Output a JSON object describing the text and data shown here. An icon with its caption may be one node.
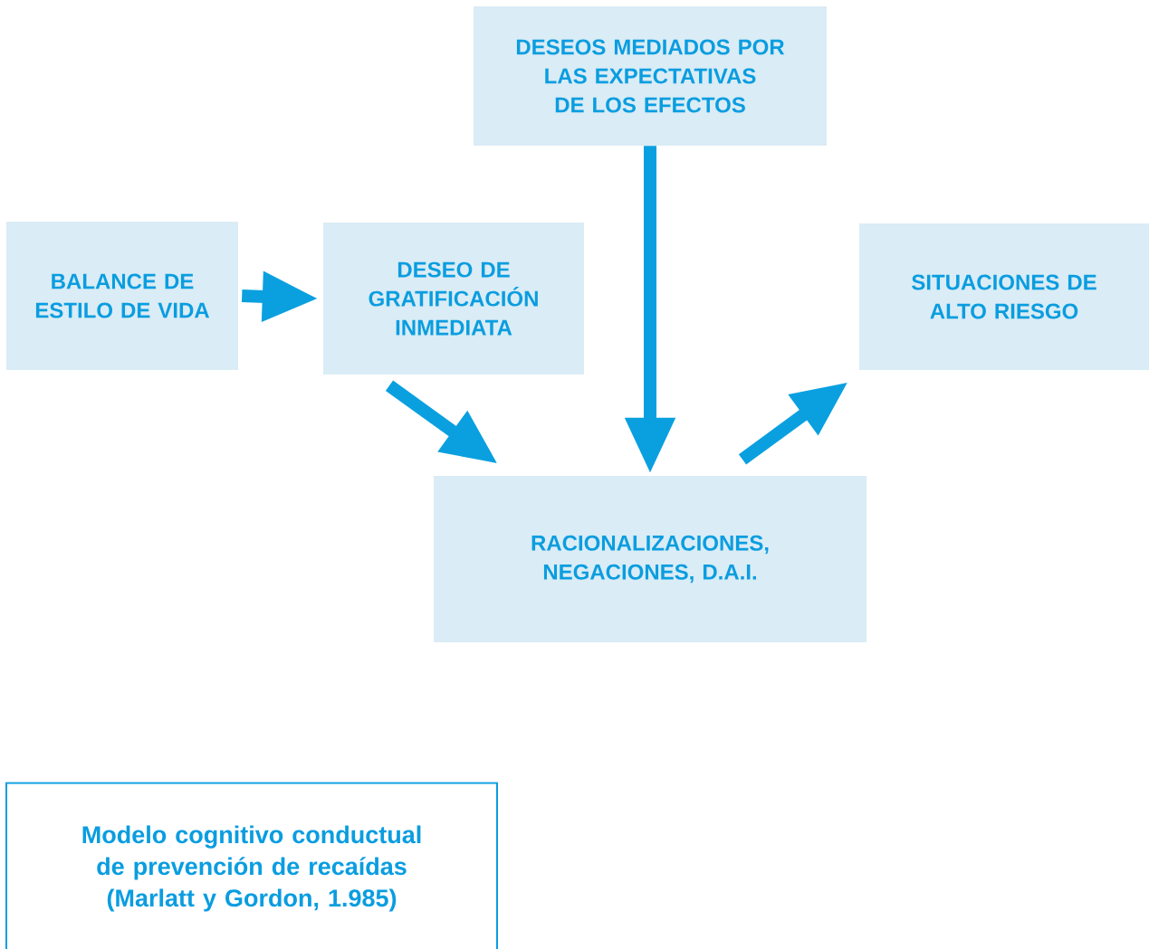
{
  "diagram": {
    "nodes": [
      {
        "text": [
          "DESEOS MEDIADOS POR LAS EXPECTATIVAS DE LOS EFECTOS"
        ]
      },
      {
        "text": [
          "BALANCE DE ESTILO DE VIDA"
        ]
      },
      {
        "text": [
          "DESEO DE GRATIFICACIÓN INMEDIATA"
        ]
      },
      {
        "text": [
          "SITUACIONES DE ALTO RIESGO"
        ]
      },
      {
        "text": [
          "RACIONALIZACIONES, NEGACIONES, D.A.I."
        ]
      },
      {
        "text": [
          "Modelo cognitivo conductual de prevención de recaídas (Marlatt y Gordon, 1.985)"
        ]
      }
    ],
    "edges": [
      {
        "from": 1,
        "to": 2,
        "arrow": "to"
      },
      {
        "from": 2,
        "to": 4,
        "arrow": "to"
      },
      {
        "from": 0,
        "to": 4,
        "arrow": "to"
      },
      {
        "from": 4,
        "to": 3,
        "arrow": "to"
      }
    ]
  }
}
